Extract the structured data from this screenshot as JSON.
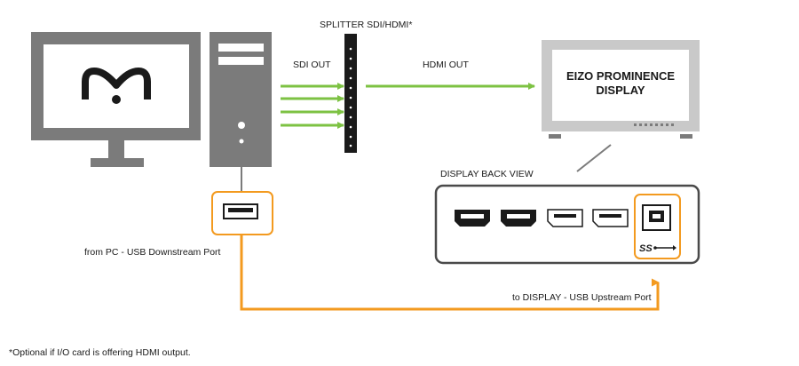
{
  "labels": {
    "splitter": "SPLITTER SDI/HDMI*",
    "sdi_out": "SDI OUT",
    "hdmi_out": "HDMI OUT",
    "display_line1": "EIZO PROMINENCE",
    "display_line2": "DISPLAY",
    "back_view": "DISPLAY BACK VIEW",
    "from_pc": "from PC - USB Downstream Port",
    "to_display": "to DISPLAY - USB Upstream Port",
    "footnote": "*Optional if I/O card is offering HDMI output."
  },
  "colors": {
    "device_gray": "#7b7b7b",
    "green_link": "#7dc243",
    "orange_link": "#f39a1f",
    "dark": "#1a1a1a",
    "light_gray": "#c9c9c9"
  }
}
